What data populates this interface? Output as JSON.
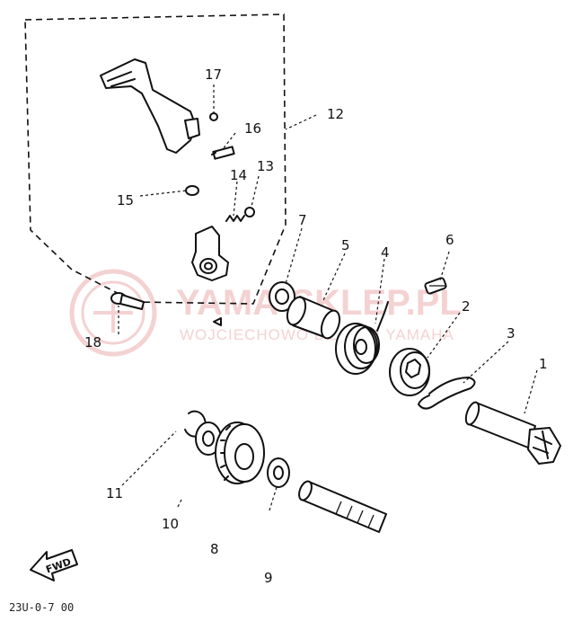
{
  "callouts": [
    {
      "number": "1"
    },
    {
      "number": "2"
    },
    {
      "number": "3"
    },
    {
      "number": "4"
    },
    {
      "number": "5"
    },
    {
      "number": "6"
    },
    {
      "number": "7"
    },
    {
      "number": "8"
    },
    {
      "number": "9"
    },
    {
      "number": "10"
    },
    {
      "number": "11"
    },
    {
      "number": "12"
    },
    {
      "number": "13"
    },
    {
      "number": "14"
    },
    {
      "number": "15"
    },
    {
      "number": "16"
    },
    {
      "number": "17"
    },
    {
      "number": "18"
    }
  ],
  "watermark": {
    "main": "YAMA-SKLEP.PL",
    "sub": "WOJCIECHOWO DEALER YAMAHA"
  },
  "direction_label": "FWD",
  "diagram_code": "23U-0-7 00",
  "colors": {
    "ink": "#111111",
    "watermark": "#f4d2d2",
    "background": "#ffffff"
  }
}
